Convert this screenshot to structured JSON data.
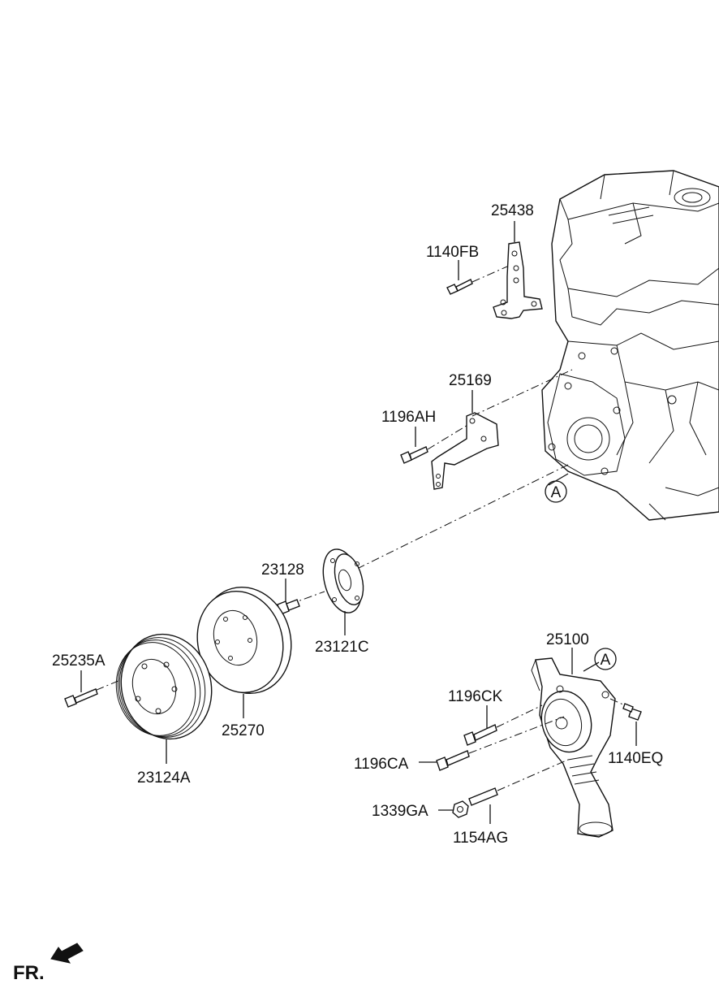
{
  "labels": {
    "p25438": "25438",
    "p1140FB": "1140FB",
    "p25169": "25169",
    "p1196AH": "1196AH",
    "p23128": "23128",
    "p23121C": "23121C",
    "p25235A": "25235A",
    "p25270": "25270",
    "p23124A": "23124A",
    "p25100": "25100",
    "p1196CK": "1196CK",
    "p1196CA": "1196CA",
    "p1140EQ": "1140EQ",
    "p1339GA": "1339GA",
    "p1154AG": "1154AG",
    "refA1": "A",
    "refA2": "A",
    "front": "FR."
  },
  "icons": {
    "front_arrow": "front-direction-arrow-icon"
  }
}
